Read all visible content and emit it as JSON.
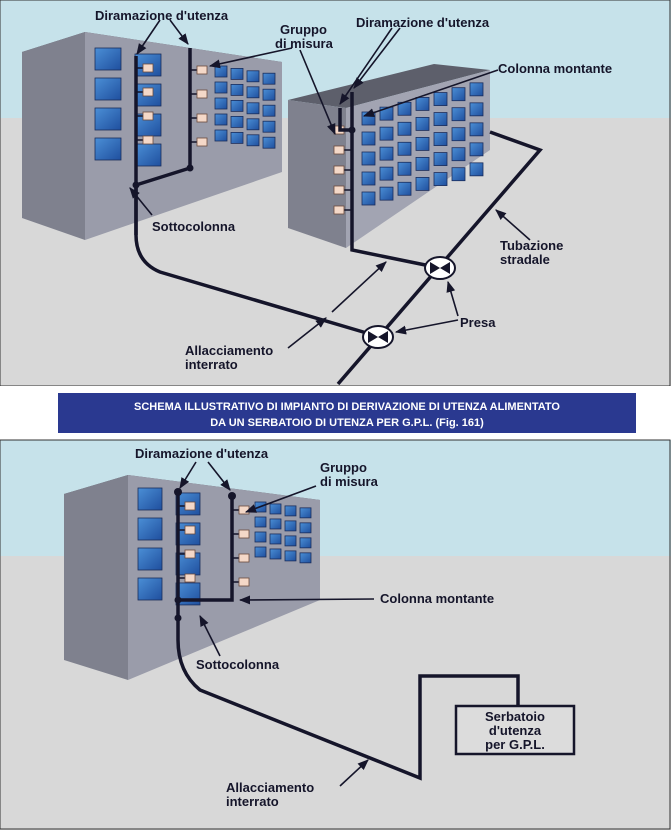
{
  "banner": {
    "line1": "SCHEMA ILLUSTRATIVO DI IMPIANTO DI DERIVAZIONE DI UTENZA ALIMENTATO",
    "line2": "DA UN SERBATOIO DI UTENZA PER G.P.L. (Fig. 161)"
  },
  "top": {
    "diramazione_left": "Diramazione d'utenza",
    "gruppo_1": "Gruppo",
    "gruppo_2": "di misura",
    "diramazione_right": "Diramazione d'utenza",
    "colonna_montante": "Colonna montante",
    "sottocolonna": "Sottocolonna",
    "tubazione_1": "Tubazione",
    "tubazione_2": "stradale",
    "presa": "Presa",
    "allacciamento_1": "Allacciamento",
    "allacciamento_2": "interrato"
  },
  "bottom": {
    "diramazione": "Diramazione d'utenza",
    "gruppo_1": "Gruppo",
    "gruppo_2": "di misura",
    "colonna_montante": "Colonna montante",
    "sottocolonna": "Sottocolonna",
    "serbatoio_1": "Serbatoio",
    "serbatoio_2": "d'utenza",
    "serbatoio_3": "per G.P.L.",
    "allacciamento_1": "Allacciamento",
    "allacciamento_2": "interrato"
  },
  "colors": {
    "sky": "#c6e2ea",
    "ground": "#d6d6d6",
    "building_front": "#8d8f9c",
    "building_side": "#a4a6b4",
    "roof": "#5d5f6b",
    "window": "#2f6db8",
    "banner": "#2a3990",
    "pipe": "#15152a"
  }
}
